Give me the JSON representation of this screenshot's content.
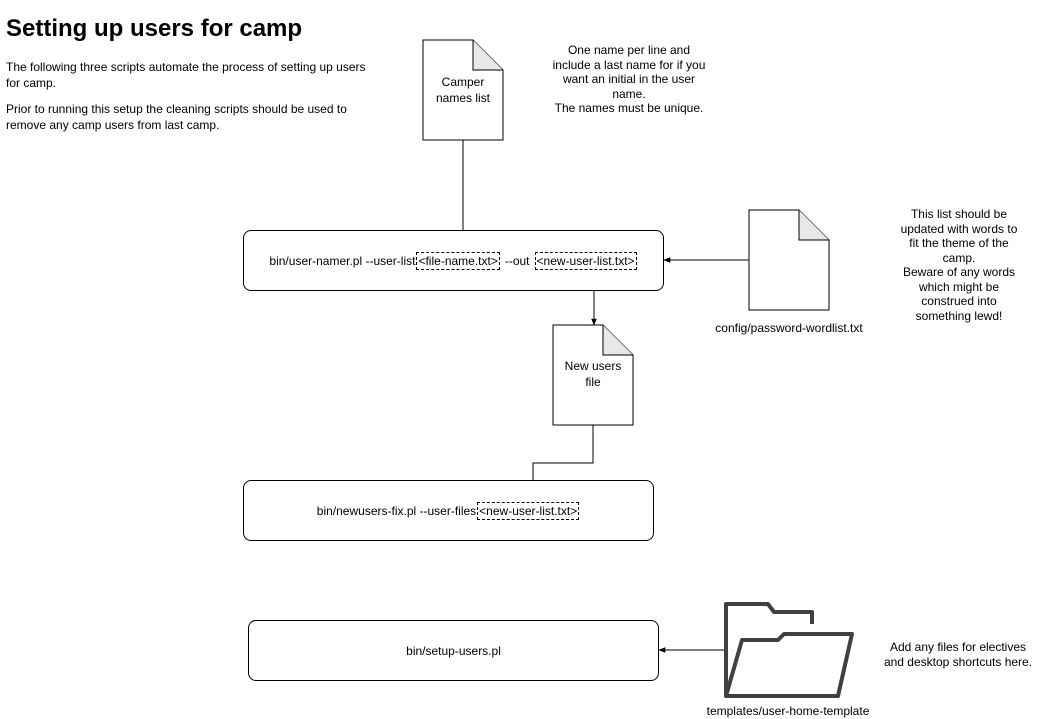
{
  "title": "Setting up users for camp",
  "intro": {
    "p1": "The following three scripts automate the process of setting up users for camp.",
    "p2": "Prior to running this setup the cleaning scripts should be used to remove any camp users from last camp."
  },
  "camper_doc": {
    "label": "Camper names list"
  },
  "camper_note": [
    "One name per line and",
    "include a last name for if you",
    "want an initial in the user",
    "name.",
    "The names must be unique."
  ],
  "step1": {
    "cmd": "bin/user-namer.pl --user-list",
    "arg1": "<file-name.txt>",
    "flag": "--out",
    "arg2": "<new-user-list.txt>"
  },
  "wordlist_doc": {
    "caption": "config/password-wordlist.txt"
  },
  "wordlist_note": [
    "This list should be",
    "updated with words to",
    "fit the theme of the",
    "camp.",
    "Beware of any words",
    "which might be",
    "construed into",
    "something lewd!"
  ],
  "newusers_doc": {
    "label": "New users file"
  },
  "step2": {
    "cmd": "bin/newusers-fix.pl --user-files",
    "arg": "<new-user-list.txt>"
  },
  "step3": {
    "cmd": "bin/setup-users.pl"
  },
  "template_folder": {
    "caption": "templates/user-home-template",
    "icon": "folder-icon"
  },
  "template_note": [
    "Add any files for electives",
    "and desktop shortcuts here."
  ]
}
